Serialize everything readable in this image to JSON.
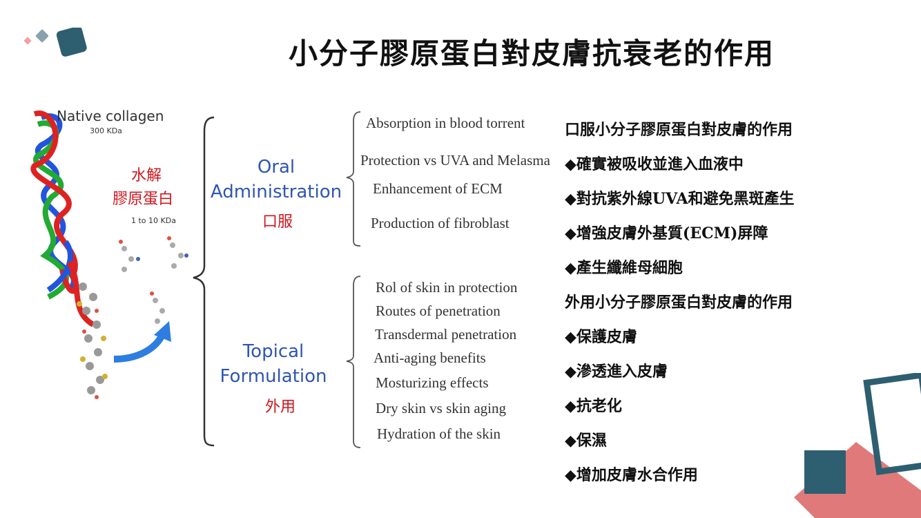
{
  "title": "小分子膠原蛋白對皮膚抗衰老的作用",
  "figure": {
    "native_label": "Native collagen",
    "native_size": "300 KDa",
    "hydrolysis_line1": "水解",
    "hydrolysis_line2": "膠原蛋白",
    "small_size": "1 to 10 KDa",
    "oral": {
      "line1": "Oral",
      "line2": "Administration",
      "zh": "口服",
      "items": [
        "Absorption in blood torrent",
        "Protection vs UVA and Melasma",
        "Enhancement of ECM",
        "Production of fibroblast"
      ]
    },
    "topical": {
      "line1": "Topical",
      "line2": "Formulation",
      "zh": "外用",
      "items": [
        "Rol of skin in protection",
        "Routes of penetration",
        "Transdermal penetration",
        "Anti-aging benefits",
        "Mosturizing effects",
        "Dry skin vs skin aging",
        "Hydration of the skin"
      ]
    }
  },
  "right_list": [
    "口服小分子膠原蛋白對皮膚的作用",
    "◆確實被吸收並進入血液中",
    "◆對抗紫外線UVA和避免黑斑產生",
    "◆增強皮膚外基質(ECM)屏障",
    "◆產生纖維母細胞",
    "外用小分子膠原蛋白對皮膚的作用",
    "◆保護皮膚",
    "◆滲透進入皮膚",
    "◆抗老化",
    "◆保濕",
    "◆增加皮膚水合作用"
  ],
  "colors": {
    "teal": "#2d5f70",
    "pink": "#e07a7a",
    "blue": "#2f56b0",
    "red": "#d0141c"
  }
}
